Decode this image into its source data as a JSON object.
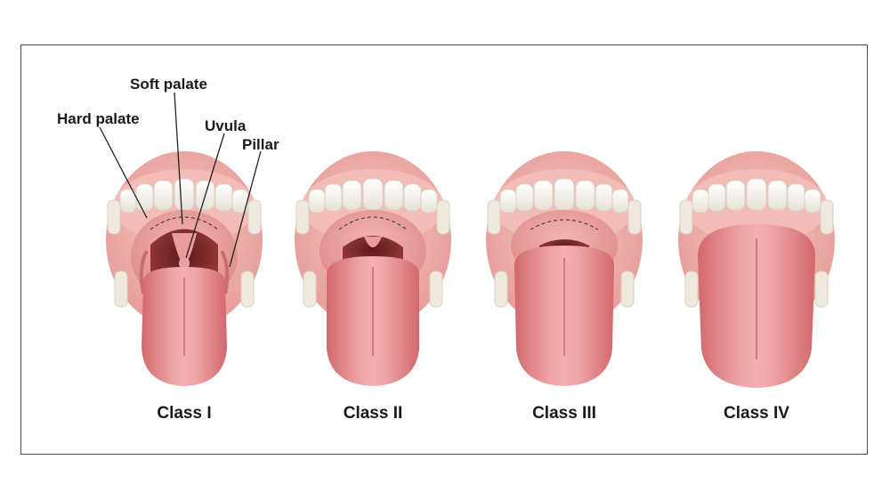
{
  "anatomy_labels": {
    "soft_palate": "Soft palate",
    "hard_palate": "Hard palate",
    "uvula": "Uvula",
    "pillar": "Pillar"
  },
  "classes": [
    {
      "label": "Class I"
    },
    {
      "label": "Class II"
    },
    {
      "label": "Class III"
    },
    {
      "label": "Class IV"
    }
  ],
  "colors": {
    "lip": "#e8a3a0",
    "gum": "#f0b3ad",
    "teeth": "#f6f4ef",
    "throat": "#8a2e2e",
    "palate": "#f2a9a6",
    "tongue": "#e07c7f",
    "tongue_light": "#f1a3a3",
    "frame_border": "#4a4a4a"
  }
}
